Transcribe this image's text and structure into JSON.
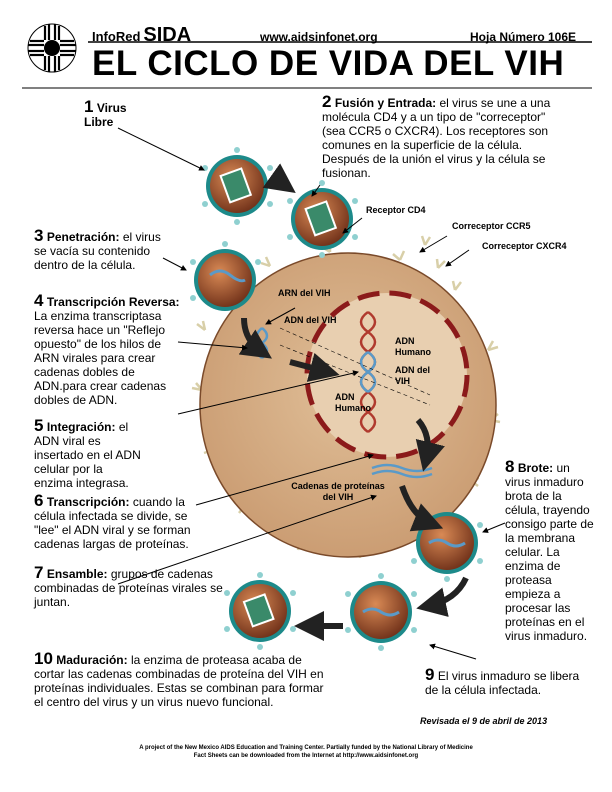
{
  "header": {
    "brand_prefix": "InfoRed",
    "brand_name": "SIDA",
    "website": "www.aidsinfonet.org",
    "sheet_number": "Hoja Número 106E",
    "title": "EL CICLO DE VIDA DEL VIH"
  },
  "steps": [
    {
      "num": "1",
      "heading": "Virus Libre",
      "text": ""
    },
    {
      "num": "2",
      "heading": "Fusión y Entrada:",
      "text": "el virus se une a una molécula CD4 y a un tipo de \"correceptor\" (sea CCR5 o CXCR4). Los receptores son comunes en la superficie de la célula. Después de la unión el virus y la célula se fusionan."
    },
    {
      "num": "3",
      "heading": "Penetración:",
      "text": "el virus se vacía su contenido dentro de la célula."
    },
    {
      "num": "4",
      "heading": "Transcripción Reversa:",
      "text": "La enzima transcriptasa reversa hace un \"Reflejo opuesto\" de los hilos de ARN virales para crear cadenas dobles de ADN.para crear cadenas dobles de ADN."
    },
    {
      "num": "5",
      "heading": "Integración:",
      "text": "el ADN viral es insertado en el ADN celular por la enzima integrasa."
    },
    {
      "num": "6",
      "heading": "Transcripción:",
      "text": "cuando la célula infectada se divide, se \"lee\" el ADN viral y se forman cadenas largas de proteínas."
    },
    {
      "num": "7",
      "heading": "Ensamble:",
      "text": "grupos de cadenas combinadas de proteínas virales se juntan."
    },
    {
      "num": "8",
      "heading": "Brote:",
      "text": "un virus inmaduro brota de la célula, trayendo consigo parte de la membrana celular. La enzima de proteasa empieza a procesar las proteínas en el virus inmaduro."
    },
    {
      "num": "9",
      "heading": "",
      "text": "El virus inmaduro se libera de la célula infectada."
    },
    {
      "num": "10",
      "heading": "Maduración:",
      "text": "la enzima de proteasa acaba de cortar las cadenas combinadas de proteína del VIH en proteínas individuales. Estas se combinan para formar el centro del virus y un virus nuevo funcional."
    }
  ],
  "labels": {
    "receptor_cd4": "Receptor CD4",
    "correceptor_ccr5": "Correceptor CCR5",
    "correceptor_cxcr4": "Correceptor CXCR4",
    "arn_vih": "ARN del VIH",
    "adn_vih_1": "ADN del VIH",
    "adn_humano_1": "ADN Humano",
    "adn_vih_2": "ADN del VIH",
    "adn_humano_2": "ADN Humano",
    "cadenas_proteinas": "Cadenas de proteínas del VIH"
  },
  "revised": "Revisada el 9 de abril de 2013",
  "footer": {
    "line1": "A project of the New Mexico AIDS Education and Training Center.  Partially funded by the National Library of Medicine",
    "line2": "Fact Sheets can be downloaded from the Internet at http://www.aidsinfonet.org"
  },
  "colors": {
    "cell_fill": "#d4b08a",
    "cell_stroke": "#7a4a2a",
    "nucleus_fill": "#e8cfb0",
    "nucleus_stroke": "#8b1a1a",
    "virus_core": "#8a4a2a",
    "virus_ring": "#1d8a8a",
    "dna_red": "#b03a2e",
    "dna_blue": "#5a9ac8"
  },
  "icons": {
    "logo": "zia-sun-logo"
  }
}
